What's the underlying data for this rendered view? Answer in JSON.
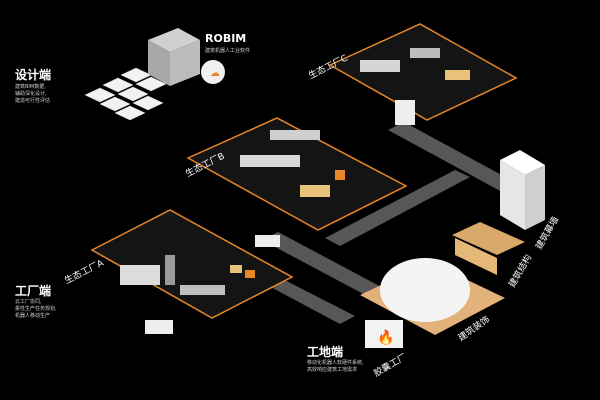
{
  "design": {
    "title": "设计端",
    "lines": [
      "建筑BIM数据,",
      "辅助深化设计,",
      "建造可行性评估"
    ]
  },
  "robim": {
    "title": "ROBIM",
    "subtitle": "建筑机器人工业软件"
  },
  "factory_end": {
    "title": "工厂端",
    "lines": [
      "云工厂协同,",
      "柔性生产任务规划,",
      "机器人移动生产"
    ]
  },
  "site_end": {
    "title": "工地端",
    "lines": [
      "移动化机器人软硬件系统,",
      "高效响应建筑工地需求"
    ]
  },
  "eco_factories": {
    "a": "生态工厂A",
    "b": "生态工厂B",
    "c": "生态工厂C"
  },
  "features": {
    "curtain_wall": "建筑幕墙",
    "structure": "建筑结构",
    "decoration": "建筑装饰",
    "pavilion_factory": "胶囊工厂"
  },
  "colors": {
    "accent": "#e8872a",
    "road": "#5a5a5a",
    "background": "#000000"
  }
}
